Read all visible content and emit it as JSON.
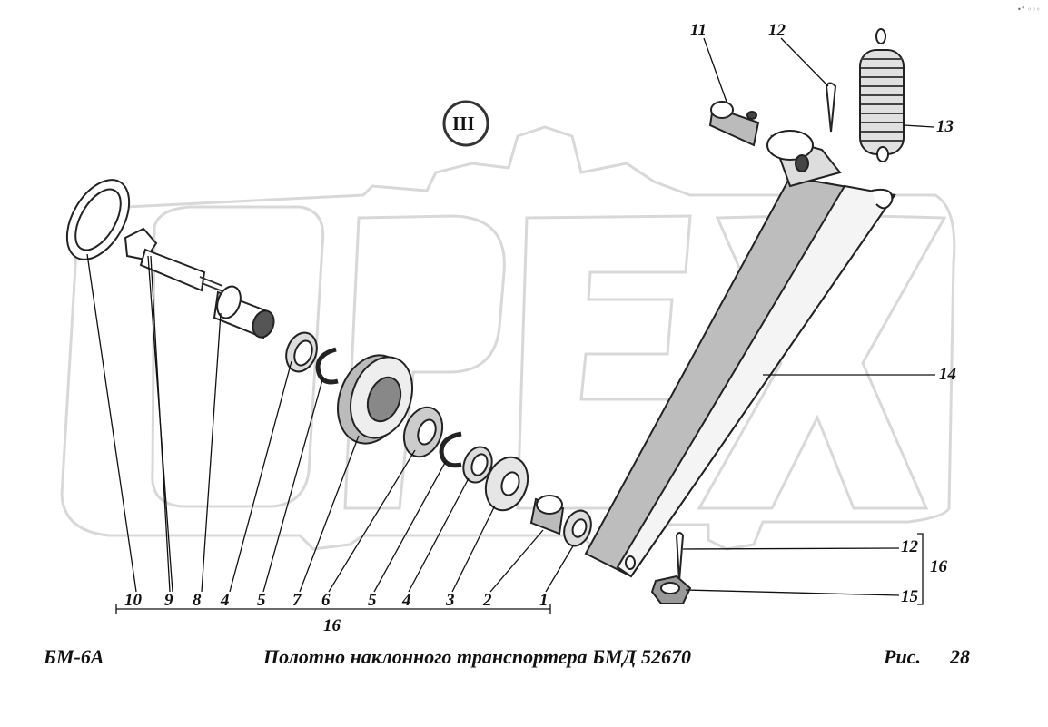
{
  "watermark": {
    "text": "OPEX",
    "badge": "III"
  },
  "corner_mark": "•° ◦◦◦",
  "labels": {
    "bottom_row": [
      "10",
      "9",
      "8",
      "4",
      "5",
      "7",
      "6",
      "5",
      "4",
      "3",
      "2",
      "1"
    ],
    "assembly": "16",
    "l11": "11",
    "l12_top": "12",
    "l13": "13",
    "l14": "14",
    "l12_bottom": "12",
    "l15": "15",
    "l16_right": "16"
  },
  "footer": {
    "model": "БМ-6А",
    "title": "Полотно наклонного транспортера  БМД 52670",
    "fig_label": "Рис.",
    "fig_number": "28"
  }
}
